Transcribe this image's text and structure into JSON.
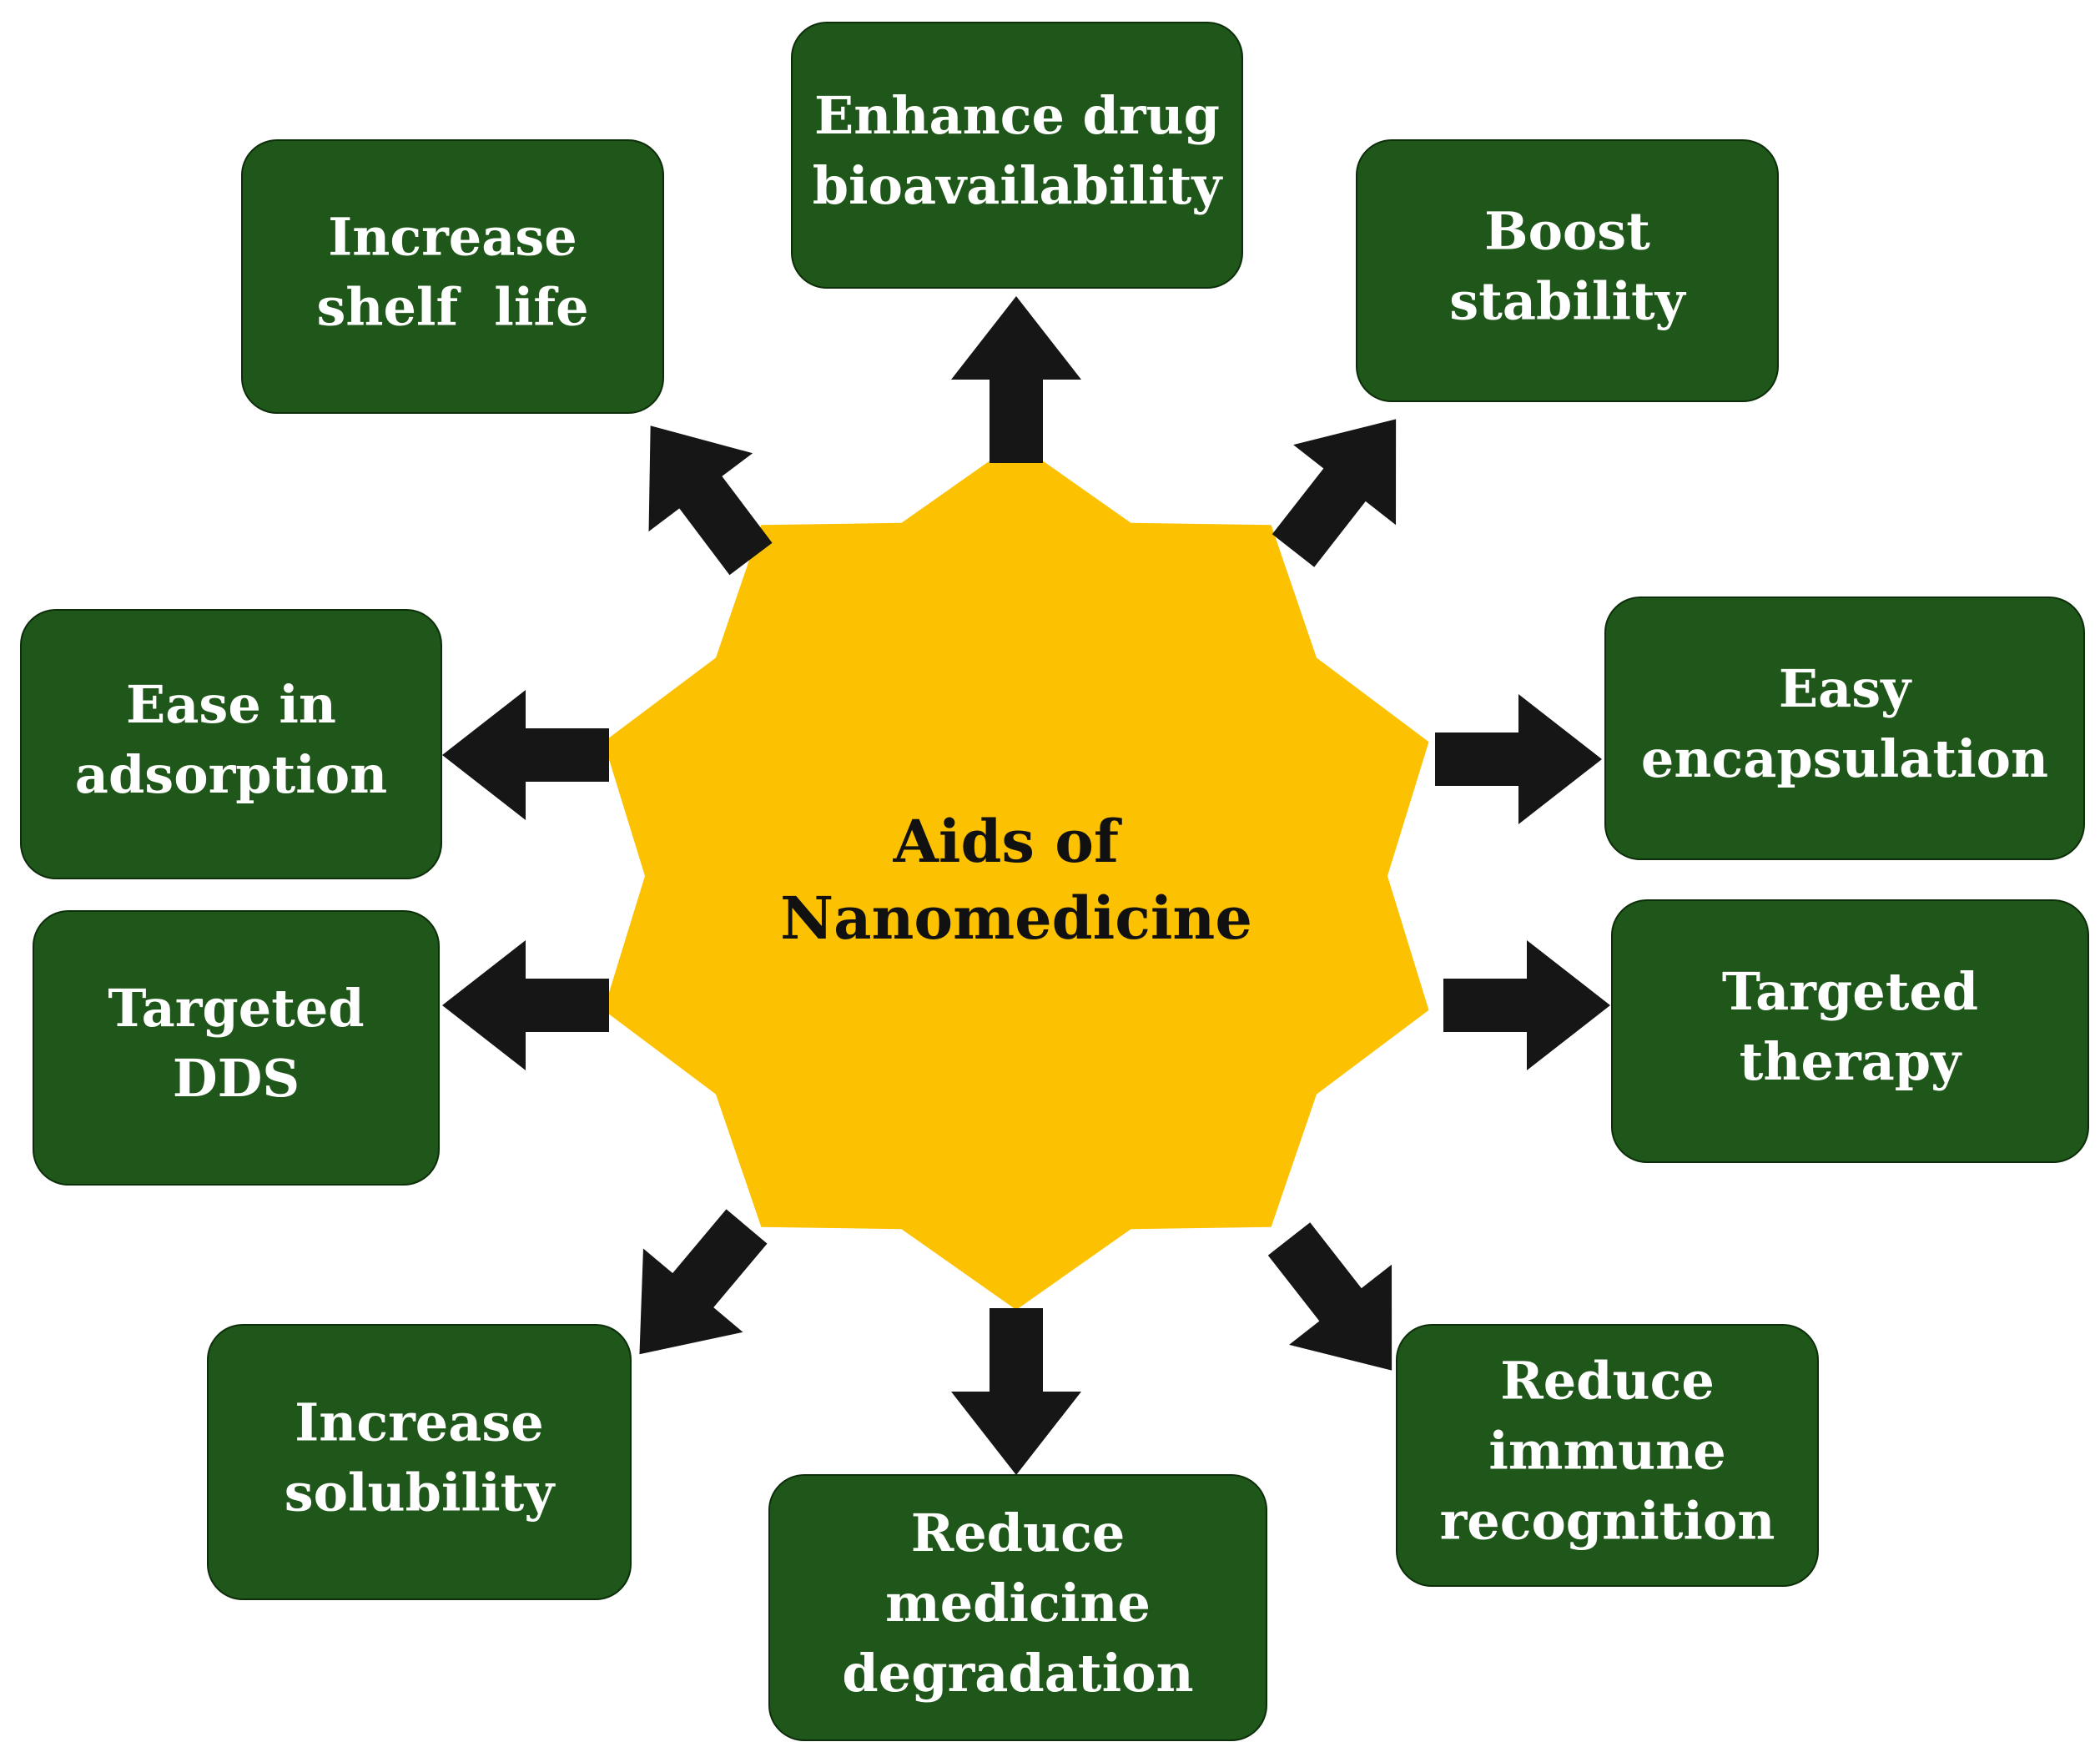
{
  "center": {
    "lines": [
      "Aids of",
      "Nanomedicine"
    ]
  },
  "benefits": [
    {
      "id": "enhance-drug-bioavailability",
      "lines": [
        "Enhance drug",
        "bioavailability"
      ]
    },
    {
      "id": "boost-stability",
      "lines": [
        "Boost",
        "stability"
      ]
    },
    {
      "id": "easy-encapsulation",
      "lines": [
        "Easy",
        "encapsulation"
      ]
    },
    {
      "id": "targeted-therapy",
      "lines": [
        "Targeted",
        "therapy"
      ]
    },
    {
      "id": "reduce-immune-recognition",
      "lines": [
        "Reduce",
        "immune",
        "recognition"
      ]
    },
    {
      "id": "reduce-medicine-degradation",
      "lines": [
        "Reduce",
        "medicine",
        "degradation"
      ]
    },
    {
      "id": "increase-solubility",
      "lines": [
        "Increase",
        "solubility"
      ]
    },
    {
      "id": "targeted-dds",
      "lines": [
        "Targeted",
        "DDS"
      ]
    },
    {
      "id": "ease-in-adsorption",
      "lines": [
        "Ease in",
        "adsorption"
      ]
    },
    {
      "id": "increase-shelf-life",
      "lines": [
        "Increase",
        "shelf  life"
      ]
    }
  ],
  "colors": {
    "box": "#1f5619",
    "star": "#fcc100",
    "arrow": "#161616",
    "text": "#ffffff",
    "center_text": "#111111"
  }
}
